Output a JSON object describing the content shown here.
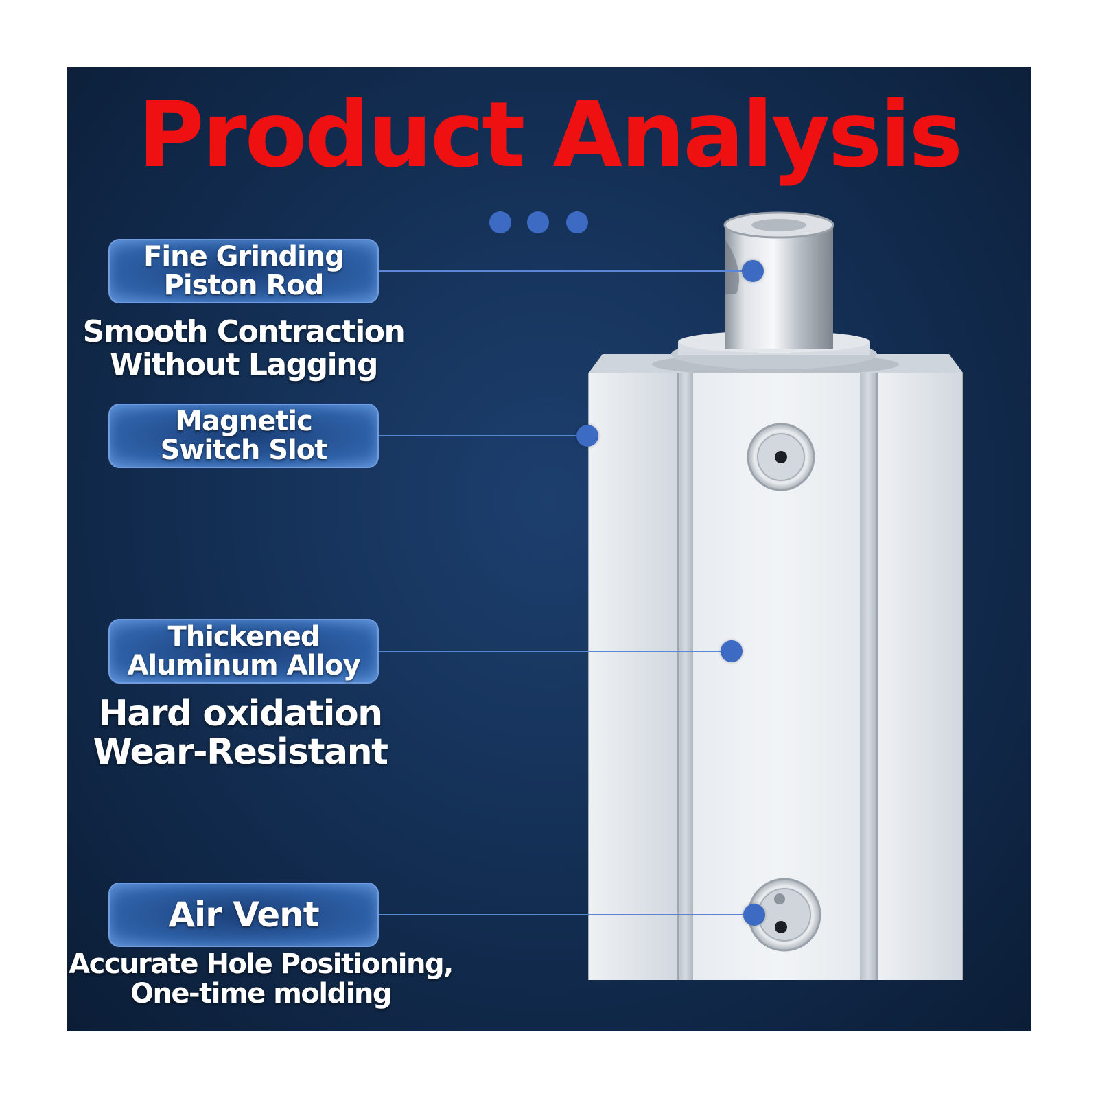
{
  "title": "Product Analysis",
  "features": [
    {
      "label_line1": "Fine Grinding",
      "label_line2": "Piston Rod",
      "desc_line1": "Smooth Contraction",
      "desc_line2": "Without Lagging"
    },
    {
      "label_line1": "Magnetic",
      "label_line2": "Switch Slot"
    },
    {
      "label_line1": "Thickened",
      "label_line2": "Aluminum Alloy",
      "desc_line1": "Hard oxidation",
      "desc_line2": "Wear-Resistant"
    },
    {
      "label_line1": "Air Vent",
      "desc_line1": "Accurate Hole Positioning,",
      "desc_line2": "One-time molding"
    }
  ],
  "colors": {
    "panel": "#143056",
    "title": "#ef1111",
    "accent": "#3d6bc4"
  }
}
